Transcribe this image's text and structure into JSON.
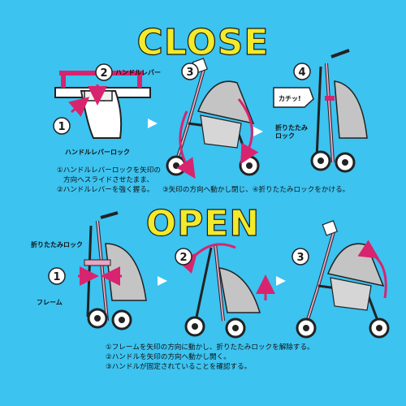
{
  "close": {
    "title": "CLOSE",
    "steps": [
      "2",
      "1",
      "3",
      "4"
    ],
    "labels": {
      "handle_lever": "ハンドルレバー",
      "handle_lever_lock": "ハンドルレバーロック",
      "click": "カチッ!",
      "fold_lock": "折りたたみ",
      "fold_lock_2": "ロック"
    },
    "instructions": [
      "①ハンドルレバーロックを矢印の",
      "方向へスライドさせたまま、",
      "②ハンドルレバーを強く握る。",
      "③矢印の方向へ動かし閉じ、④折りたたみロックをかける。"
    ]
  },
  "open": {
    "title": "OPEN",
    "steps": [
      "1",
      "2",
      "3"
    ],
    "labels": {
      "fold_lock": "折りたたみロック",
      "frame": "フレーム"
    },
    "instructions": [
      "①フレームを矢印の方向に動かし、折りたたみロックを解除する。",
      "②ハンドルを矢印の方向へ動かし開く。",
      "③ハンドルが固定されていることを確認する。"
    ]
  },
  "colors": {
    "background": "#3cc3f0",
    "title_fill": "#f2ea2a",
    "accent_pink": "#d8246e",
    "frame_pink": "#e8a6c4",
    "canopy_gray": "#b8b8b8"
  }
}
